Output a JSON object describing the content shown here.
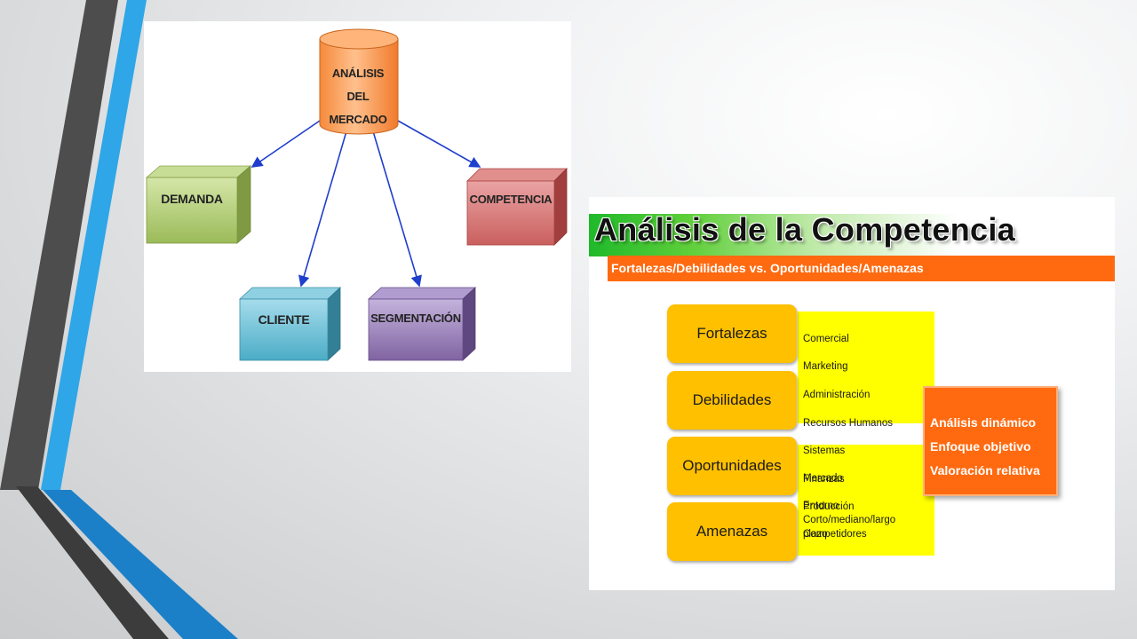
{
  "market_diagram": {
    "center": "ANÁLISIS DEL MERCADO",
    "center_lines": [
      "ANÁLISIS DEL",
      "MERCADO"
    ],
    "nodes": [
      {
        "key": "demanda",
        "label": "DEMANDA",
        "color": "#9bbb59"
      },
      {
        "key": "cliente",
        "label": "CLIENTE",
        "color": "#4bacc6"
      },
      {
        "key": "segmentacion",
        "label": "SEGMENTACIÓN",
        "color": "#8064a2"
      },
      {
        "key": "competencia",
        "label": "COMPETENCIA",
        "color": "#c0504d"
      }
    ],
    "center_color": "#f79646",
    "arrow_color": "#1f3fcc"
  },
  "competition": {
    "title": "Análisis de la Competencia",
    "subtitle": "Fortalezas/Debilidades vs. Oportunidades/Amenazas",
    "swot": [
      {
        "key": "fortalezas",
        "label": "Fortalezas"
      },
      {
        "key": "debilidades",
        "label": "Debilidades"
      },
      {
        "key": "oportunidades",
        "label": "Oportunidades"
      },
      {
        "key": "amenazas",
        "label": "Amenazas"
      }
    ],
    "internal_factors": [
      "Comercial",
      "Marketing",
      "Administración",
      "Recursos Humanos",
      "Sistemas",
      "Finanzas",
      "Producción"
    ],
    "external_factors": [
      "Mercado",
      "Entorno",
      "Competidores"
    ],
    "horizon": "Corto/mediano/largo plazo",
    "summary": [
      "Análisis dinámico",
      "Enfoque objetivo",
      "Valoración relativa"
    ],
    "colors": {
      "swot_box": "#ffc000",
      "detail_panel": "#ffff00",
      "subtitle_bar": "#ff6a10",
      "summary_box": "#ff6a10"
    }
  },
  "theme": {
    "accent_blue": "#2ea6e8",
    "accent_dark": "#4d4d4d"
  }
}
